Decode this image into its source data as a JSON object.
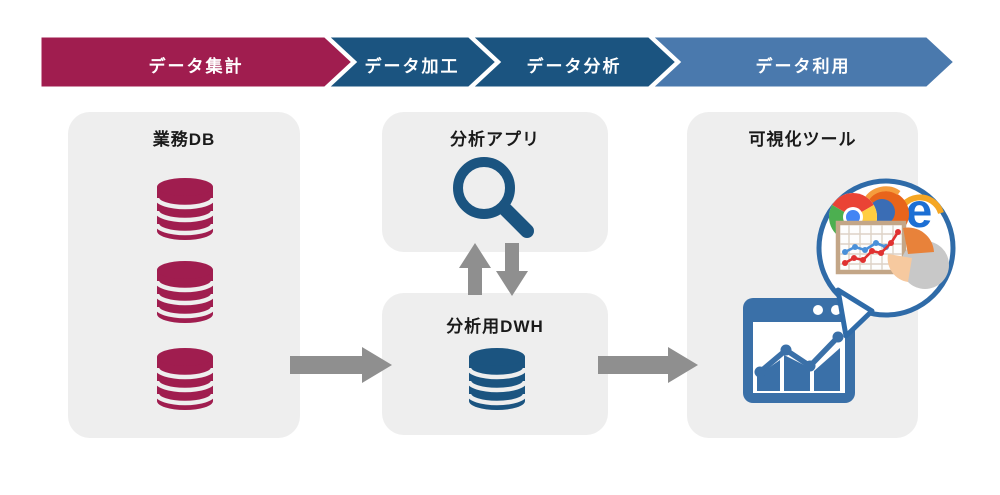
{
  "process_bar": {
    "steps": [
      {
        "label": "データ集計",
        "color": "#a01d4f"
      },
      {
        "label": "データ加工",
        "color": "#1b5480"
      },
      {
        "label": "データ分析",
        "color": "#1b5480"
      },
      {
        "label": "データ利用",
        "color": "#4a79ad"
      }
    ]
  },
  "panels": {
    "gyomu_db": {
      "title": "業務DB",
      "icon": "database-icon",
      "icon_color": "#a01d4f",
      "icon_count": 3
    },
    "bunseki_app": {
      "title": "分析アプリ",
      "icon": "magnifier-icon",
      "icon_color": "#1b5480"
    },
    "bunseki_dwh": {
      "title": "分析用DWH",
      "icon": "database-icon",
      "icon_color": "#1b5480",
      "icon_count": 1
    },
    "kashika_tool": {
      "title": "可視化ツール",
      "icon": "browser-window-chart-icon"
    }
  },
  "arrows": {
    "color": "#8f8f8f",
    "flow": [
      "業務DB → 分析用DWH",
      "分析アプリ ⇅ 分析用DWH",
      "分析用DWH → 可視化ツール"
    ]
  },
  "colors": {
    "panel_bg": "#eeeeee",
    "chevron_text": "#ffffff",
    "title_text": "#1a1a1a",
    "window_blue": "#3a70a8",
    "bubble_border": "#2f6ba8"
  }
}
